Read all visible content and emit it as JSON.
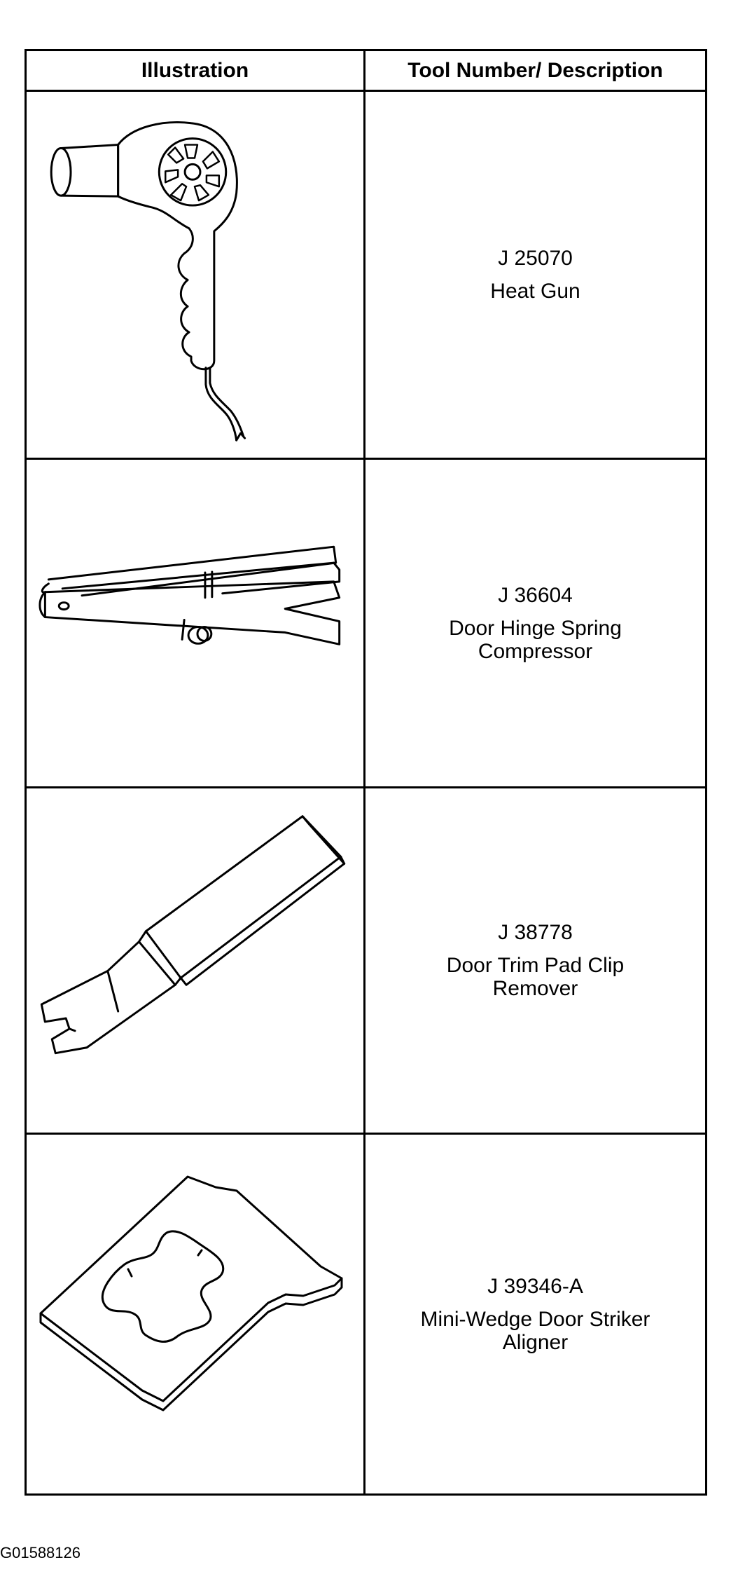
{
  "table": {
    "header": {
      "illustration": "Illustration",
      "description": "Tool Number/ Description"
    },
    "rows": [
      {
        "icon": "heat-gun-icon",
        "number": "J 25070",
        "name_line1": "Heat Gun",
        "name_line2": ""
      },
      {
        "icon": "door-hinge-spring-compressor-icon",
        "number": "J 36604",
        "name_line1": "Door Hinge Spring",
        "name_line2": "Compressor"
      },
      {
        "icon": "trim-pad-clip-remover-icon",
        "number": "J 38778",
        "name_line1": "Door Trim Pad Clip",
        "name_line2": "Remover"
      },
      {
        "icon": "striker-aligner-icon",
        "number": "J 39346-A",
        "name_line1": "Mini-Wedge Door Striker",
        "name_line2": "Aligner"
      }
    ]
  },
  "figure_id": "G01588126"
}
